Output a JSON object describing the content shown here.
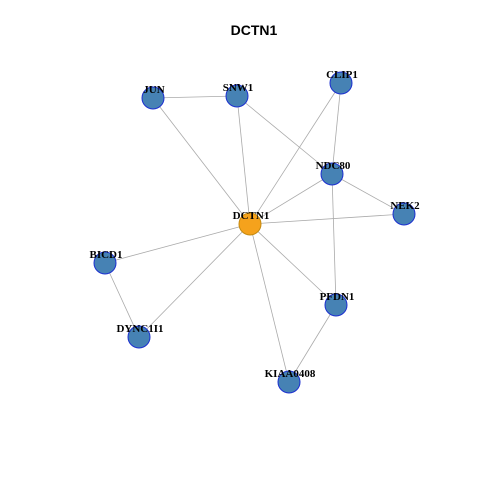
{
  "title": "DCTN1",
  "style": {
    "node_fill": "#4682B4",
    "node_stroke": "#1C2FD0",
    "center_fill": "#F5A21C",
    "center_stroke": "#C58A10",
    "edge_color": "#AAAAAA",
    "label_color": "#000000"
  },
  "nodes": [
    {
      "id": "DCTN1",
      "center": true
    },
    {
      "id": "JUN"
    },
    {
      "id": "SNW1"
    },
    {
      "id": "CLIP1"
    },
    {
      "id": "NDC80"
    },
    {
      "id": "NEK2"
    },
    {
      "id": "BICD1"
    },
    {
      "id": "DYNC1I1"
    },
    {
      "id": "PFDN1"
    },
    {
      "id": "KIAA0408"
    }
  ],
  "edges": [
    [
      "DCTN1",
      "JUN"
    ],
    [
      "DCTN1",
      "SNW1"
    ],
    [
      "DCTN1",
      "CLIP1"
    ],
    [
      "DCTN1",
      "NDC80"
    ],
    [
      "DCTN1",
      "NEK2"
    ],
    [
      "DCTN1",
      "BICD1"
    ],
    [
      "DCTN1",
      "DYNC1I1"
    ],
    [
      "DCTN1",
      "PFDN1"
    ],
    [
      "DCTN1",
      "KIAA0408"
    ],
    [
      "JUN",
      "SNW1"
    ],
    [
      "SNW1",
      "NDC80"
    ],
    [
      "CLIP1",
      "NDC80"
    ],
    [
      "NDC80",
      "NEK2"
    ],
    [
      "NDC80",
      "PFDN1"
    ],
    [
      "BICD1",
      "DYNC1I1"
    ],
    [
      "PFDN1",
      "KIAA0408"
    ]
  ]
}
